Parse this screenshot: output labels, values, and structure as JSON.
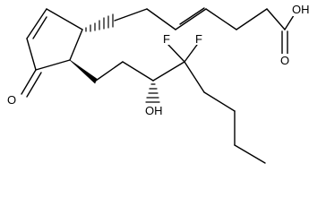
{
  "molecule": {
    "labels": {
      "carboxyl_hydroxyl": "OH",
      "carboxyl_oxygen": "O",
      "ketone_oxygen": "O",
      "alcohol_hydroxyl": "OH",
      "fluorine_left": "F",
      "fluorine_right": "F"
    },
    "colors": {
      "bond": "#000000",
      "label": "#000000",
      "background": "#ffffff"
    }
  }
}
